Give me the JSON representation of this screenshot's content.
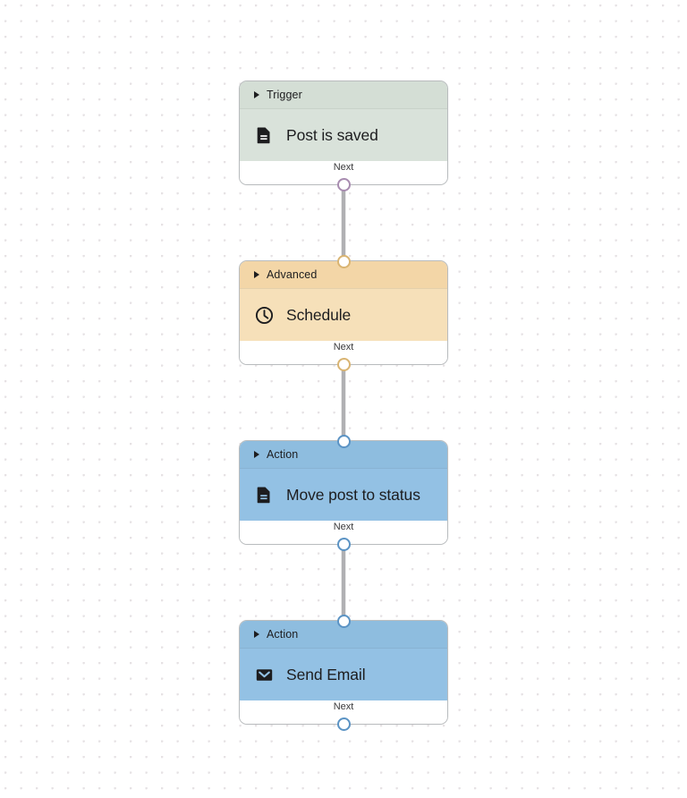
{
  "canvas": {
    "background_color": "#ffffff",
    "dot_color": "#e6e2e4",
    "edge_color": "#b0b0b3"
  },
  "footer_label": "Next",
  "nodes": [
    {
      "id": "trigger-post-is-saved",
      "category": "Trigger",
      "title": "Post is saved",
      "icon": "document-icon",
      "footer": "Next",
      "header_color": "#d4ded5",
      "body_color": "#d9e2da",
      "port_out_color": "#a88cb0",
      "has_port_in": false,
      "has_port_out": true
    },
    {
      "id": "advanced-schedule",
      "category": "Advanced",
      "title": "Schedule",
      "icon": "clock-icon",
      "footer": "Next",
      "header_color": "#f3d6a7",
      "body_color": "#f6e0b9",
      "port_in_color": "#d9b472",
      "port_out_color": "#d9b472",
      "has_port_in": true,
      "has_port_out": true
    },
    {
      "id": "action-move-post-to-status",
      "category": "Action",
      "title": "Move post to status",
      "icon": "document-icon",
      "footer": "Next",
      "header_color": "#8ebddf",
      "body_color": "#93c1e4",
      "port_in_color": "#5b93c4",
      "port_out_color": "#5b93c4",
      "has_port_in": true,
      "has_port_out": true
    },
    {
      "id": "action-send-email",
      "category": "Action",
      "title": "Send Email",
      "icon": "envelope-icon",
      "footer": "Next",
      "header_color": "#8ebddf",
      "body_color": "#93c1e4",
      "port_in_color": "#5b93c4",
      "port_out_color": "#5b93c4",
      "has_port_in": true,
      "has_port_out": true
    }
  ]
}
